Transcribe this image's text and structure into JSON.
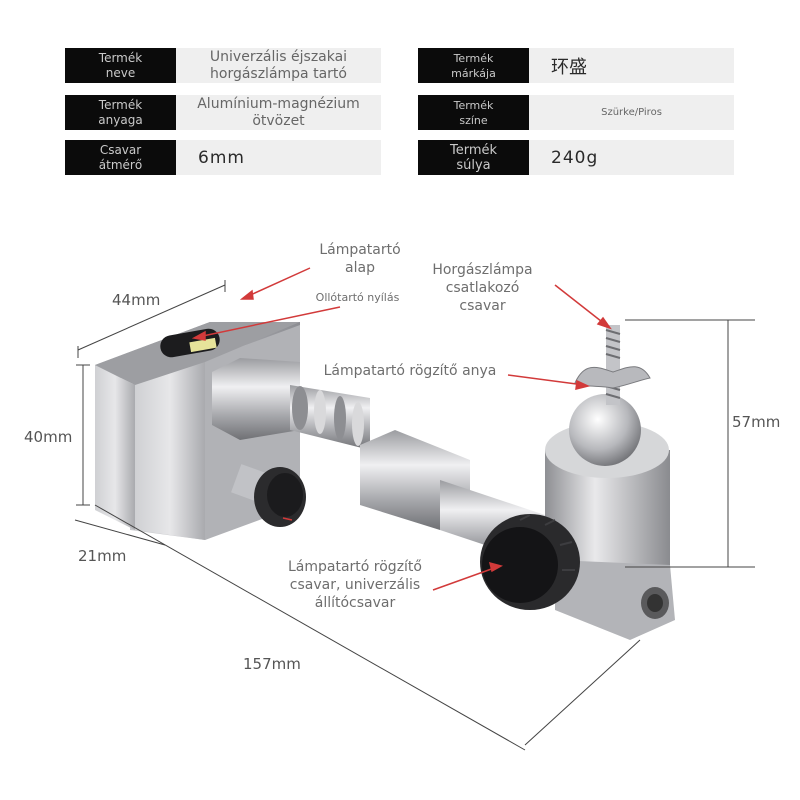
{
  "specs": {
    "name_label": "Termék\nneve",
    "name_value": "Univerzális éjszakai\nhorgászlámpa tartó",
    "brand_label": "Termék\nmárkája",
    "brand_value": "环盛",
    "material_label": "Termék\nanyaga",
    "material_value": "Alumínium-magnézium\nötvözet",
    "color_label": "Termék\nszíne",
    "color_value": "Szürke/Piros",
    "screw_label": "Csavar\nátmérő",
    "screw_value": "6mm",
    "weight_label": "Termék\nsúlya",
    "weight_value": "240g"
  },
  "callouts": {
    "base": "Lámpatartó\nalap",
    "slot": "Ollótartó nyílás",
    "lamp_screw": "Horgászlámpa\ncsatlakozó\ncsavar",
    "nut": "Lámpatartó rögzítő anya",
    "bolt": "Lámpatartó rögzítő\ncsavar, univerzális\nállítócsavar"
  },
  "dimensions": {
    "width": "44mm",
    "height": "40mm",
    "depth": "21mm",
    "length": "157mm",
    "right_height": "57mm"
  },
  "colors": {
    "label_bg": "#0b0b0b",
    "value_bg": "#efefef",
    "arrow": "#d23a3a",
    "metal": "#b8b8bc"
  }
}
